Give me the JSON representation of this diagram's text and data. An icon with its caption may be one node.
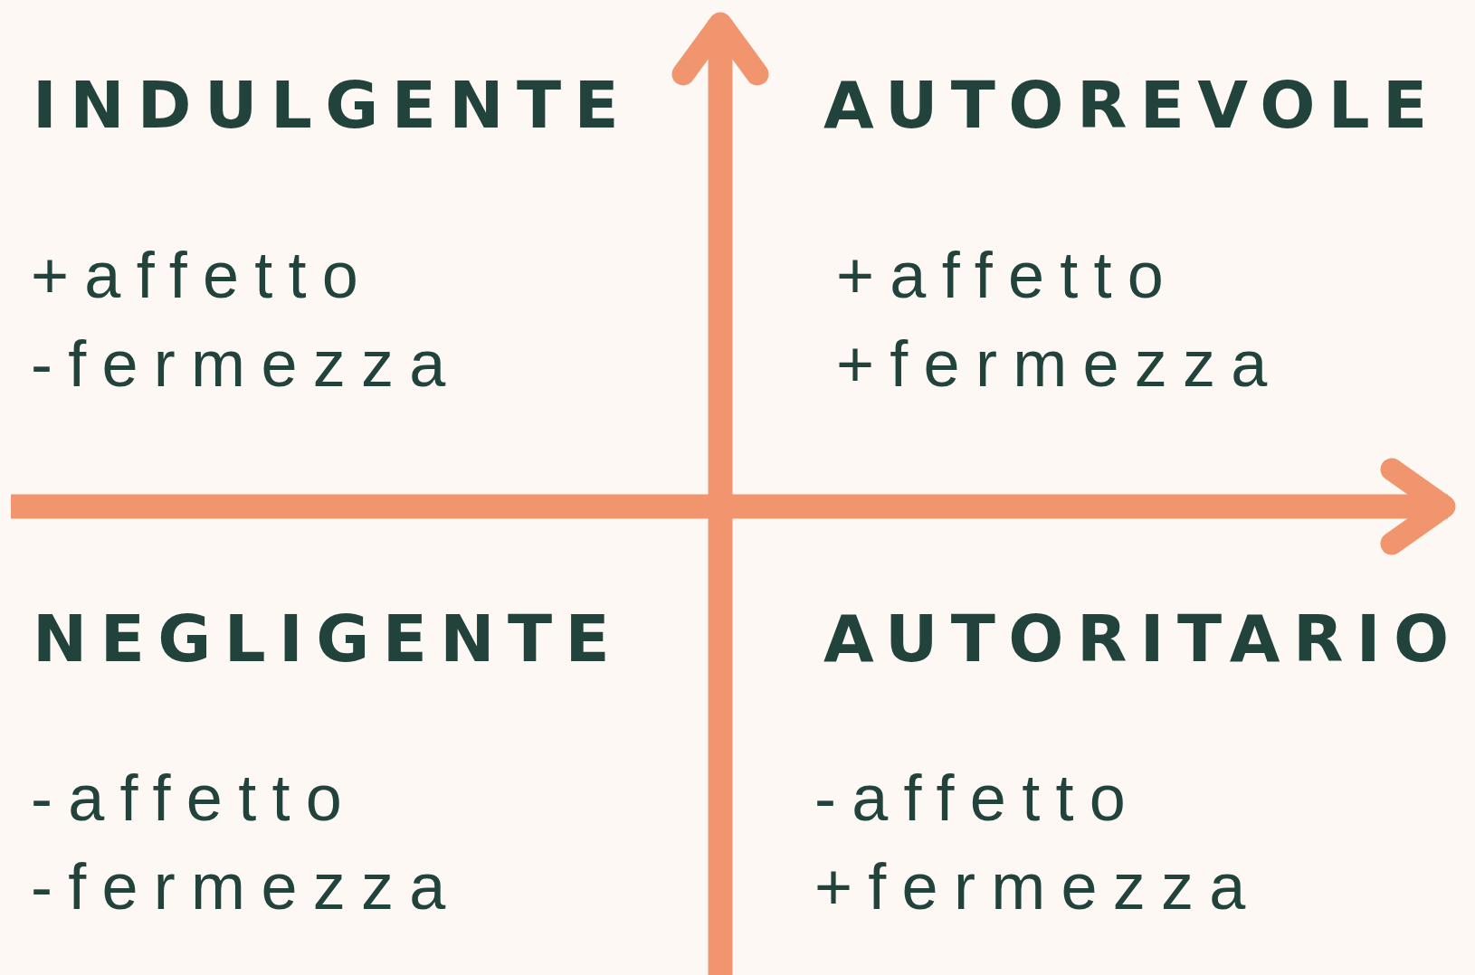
{
  "diagram": {
    "labels": [
      "INDULGENTE",
      "+affetto",
      "-fermezza",
      "AUTOREVOLE",
      "+affetto",
      "+fermezza",
      "NEGLIGENTE",
      "-affetto",
      "-fermezza",
      "AUTORITARIO",
      "-affetto",
      "+fermezza"
    ]
  }
}
